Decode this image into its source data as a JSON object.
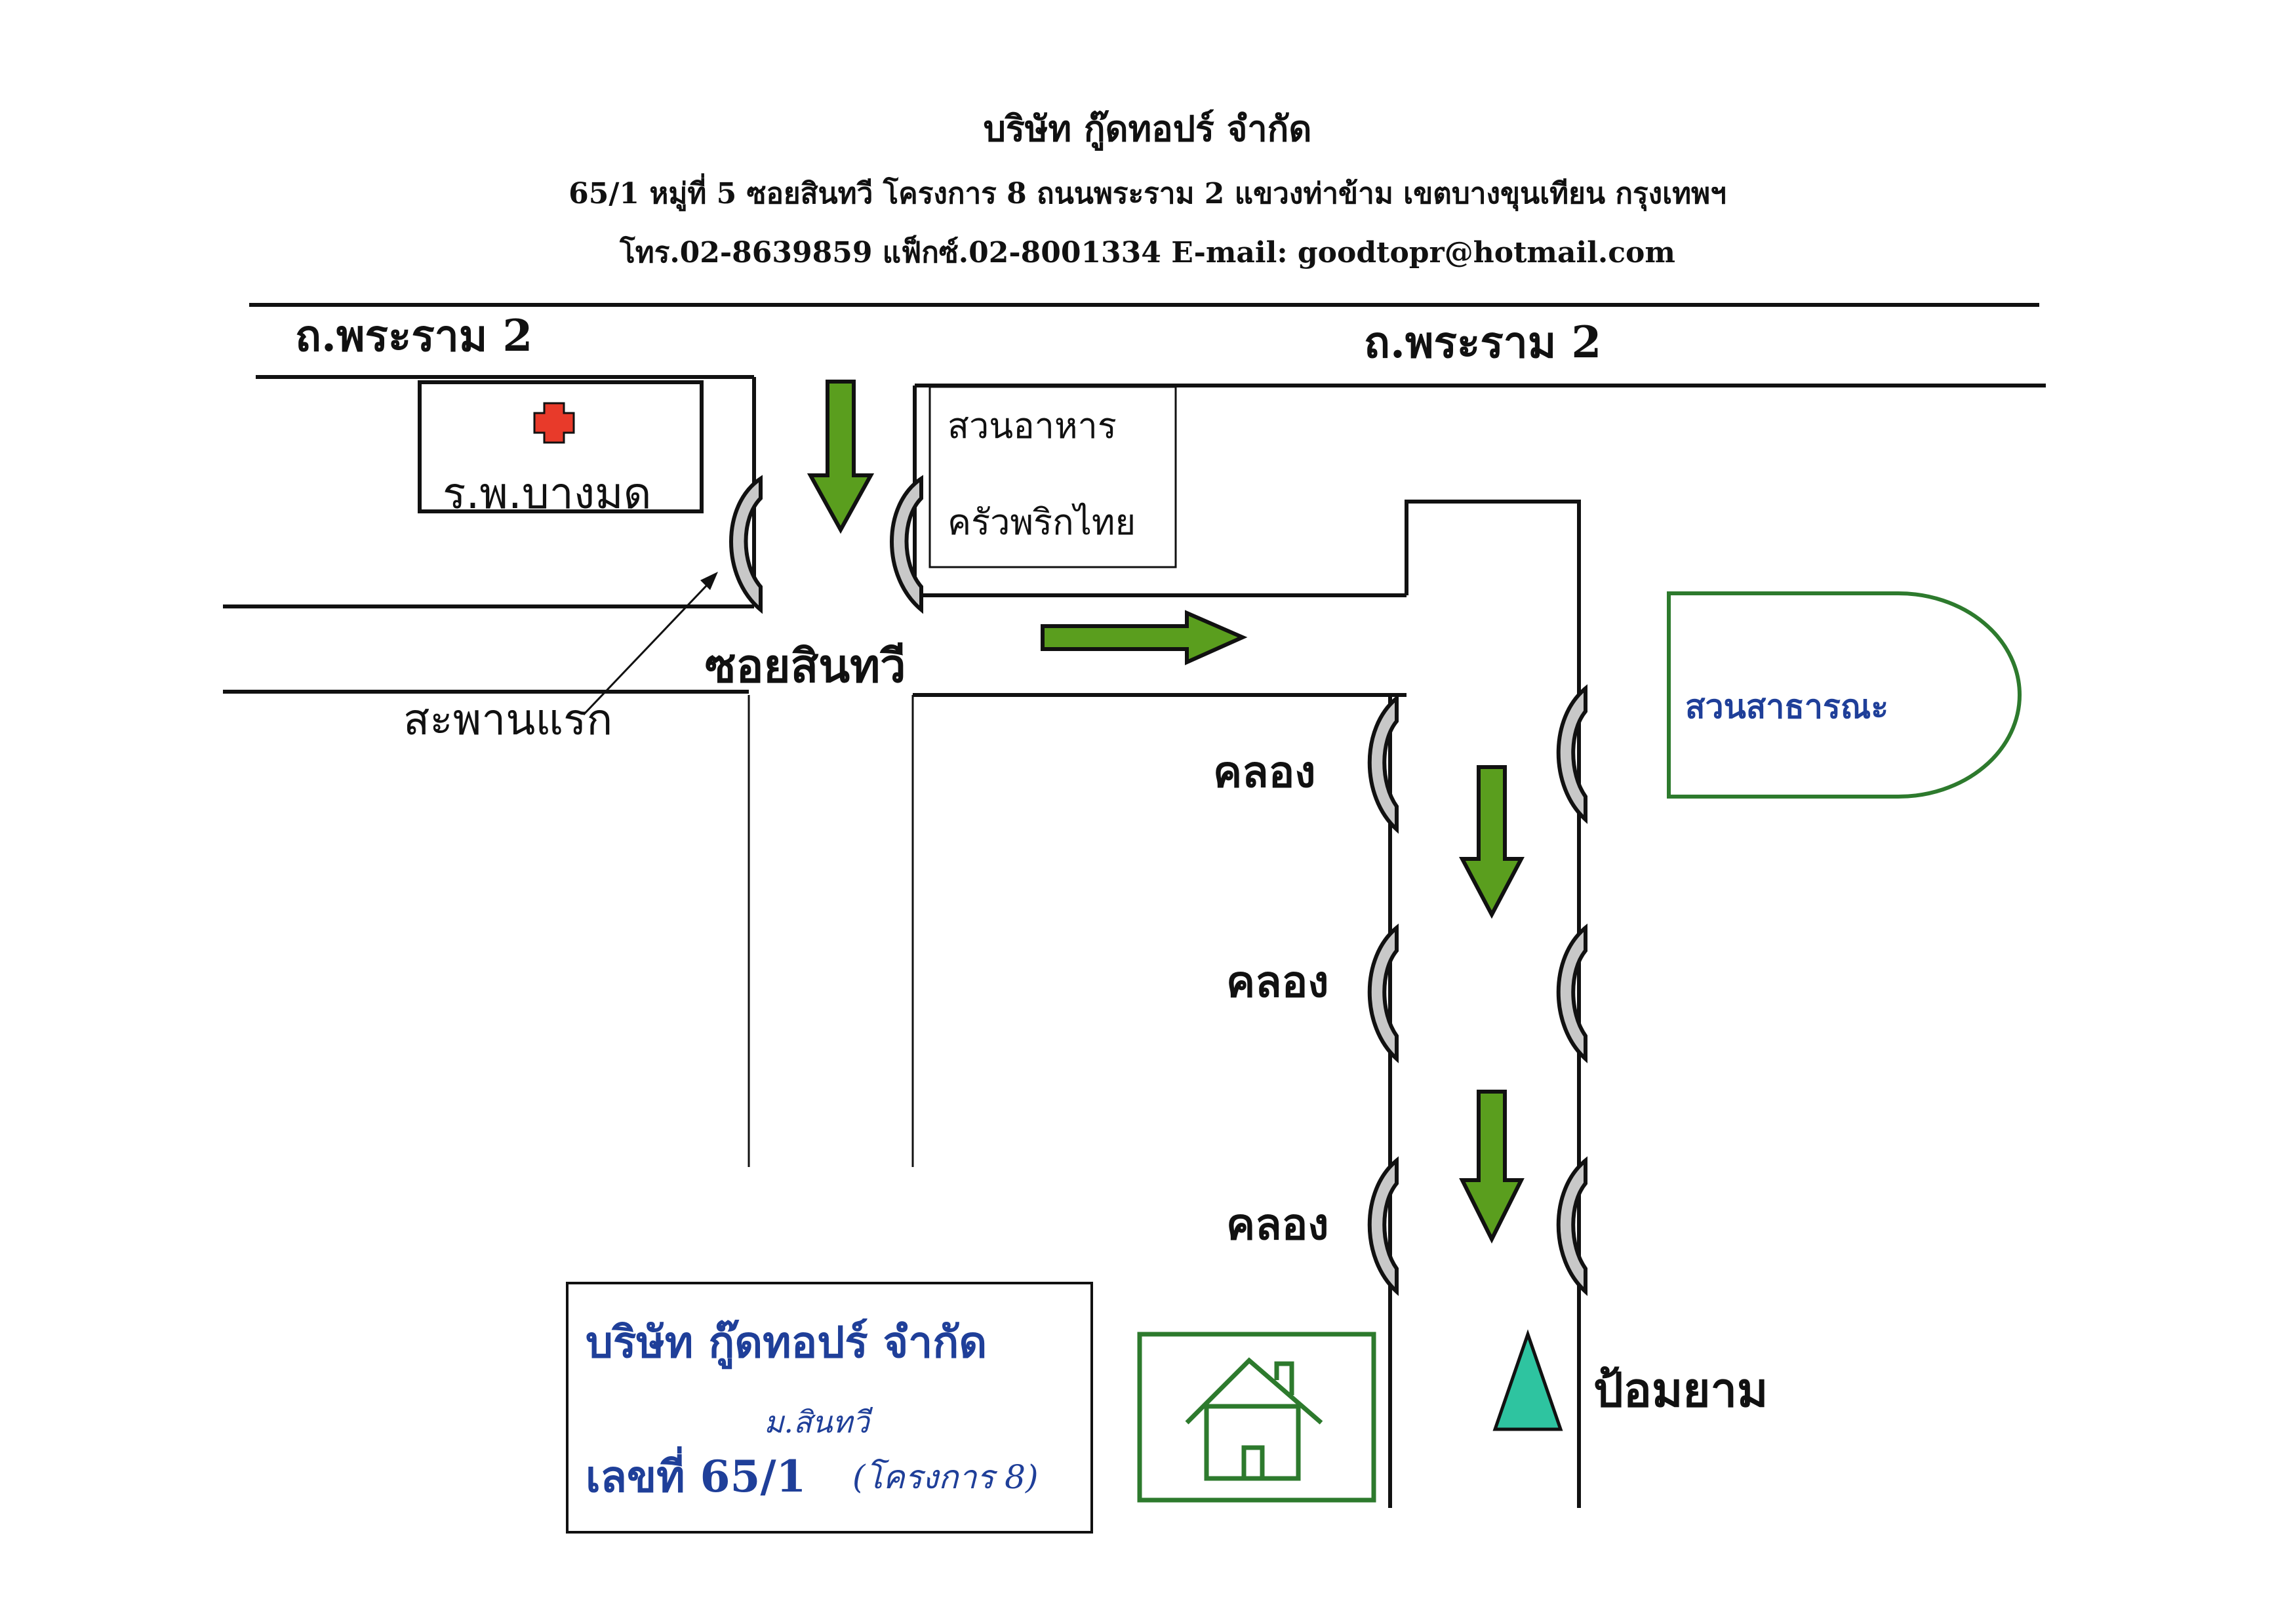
{
  "header": {
    "company": "บริษัท กู๊ดทอปร์ จำกัด",
    "address": "65/1 หมู่ที่ 5 ซอยสินทวี โครงการ 8 ถนนพระราม 2 แขวงท่าข้าม เขตบางขุนเทียน กรุงเทพฯ",
    "contact": "โทร.02-8639859 แฟ็กซ์.02-8001334   E-mail: goodtopr@hotmail.com"
  },
  "roads": {
    "rama2_left": "ถ.พระราม 2",
    "rama2_right": "ถ.พระราม 2",
    "soi": "ซอยสินทวี"
  },
  "landmarks": {
    "hospital": "ร.พ.บางมด",
    "restaurant_line1": "สวนอาหาร",
    "restaurant_line2": "ครัวพริกไทย",
    "first_bridge": "สะพานแรก",
    "park": "สวนสาธารณะ",
    "canal_1": "คลอง",
    "canal_2": "คลอง",
    "canal_3": "คลอง",
    "guard_post": "ป้อมยาม"
  },
  "company_box": {
    "name": "บริษัท กู๊ดทอปร์ จำกัด",
    "number": "เลขที่ 65/1",
    "handwritten_village": "ม.สินทวี",
    "handwritten_project": "(โครงการ 8)"
  },
  "icons": {
    "hospital": "red-cross-icon",
    "house": "house-icon",
    "guard_post": "triangle-marker-icon",
    "direction": "green-arrow-icon",
    "bridge": "bridge-icon"
  },
  "colors": {
    "arrow": "#5a9e1e",
    "hospital_cross": "#e83a2a",
    "park_outline": "#2d7a2d",
    "house_outline": "#2d7a2d",
    "guard_marker": "#2ec4a0",
    "company_text": "#1f3f99",
    "park_text": "#1f3f99"
  }
}
